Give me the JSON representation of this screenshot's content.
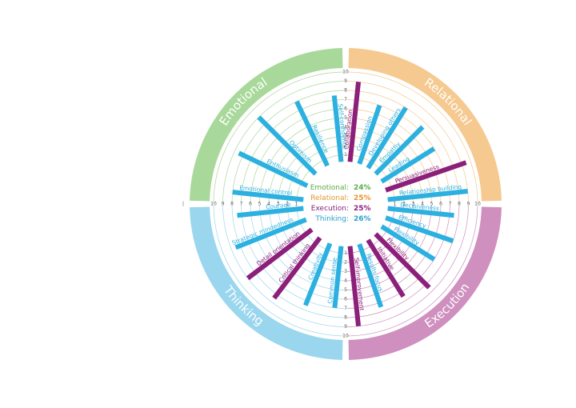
{
  "chart_data": {
    "type": "radial-bar",
    "quadrants": [
      {
        "name": "Emotional",
        "color": "#a8d89a",
        "bar_color": "#2bb0e0"
      },
      {
        "name": "Relational",
        "color": "#f5c98f",
        "bar_color": "#2bb0e0"
      },
      {
        "name": "Execution",
        "color": "#cf8fbf",
        "bar_color": "#2bb0e0"
      },
      {
        "name": "Thinking",
        "color": "#9ad6ee",
        "bar_color": "#2bb0e0"
      }
    ],
    "summary": [
      {
        "label": "Emotional:",
        "value": "24%",
        "color": "#5aac44"
      },
      {
        "label": "Relational:",
        "value": "25%",
        "color": "#e5962e"
      },
      {
        "label": "Execution:",
        "value": "25%",
        "color": "#8b1f7a"
      },
      {
        "label": "Thinking:",
        "value": "26%",
        "color": "#2a9fcc"
      }
    ],
    "scale_ticks": [
      "1",
      "2",
      "3",
      "4",
      "5",
      "6",
      "7",
      "8",
      "9",
      "10"
    ],
    "axis_end_label": "|",
    "bars": [
      {
        "label": "Collaboration",
        "value": 9,
        "color": "#8b1f7a"
      },
      {
        "label": "Compassion",
        "value": 7,
        "color": "#2bb0e0"
      },
      {
        "label": "Developing others",
        "value": 8,
        "color": "#2bb0e0"
      },
      {
        "label": "Empathy",
        "value": 7.5,
        "color": "#2bb0e0"
      },
      {
        "label": "Leading",
        "value": 7,
        "color": "#2bb0e0"
      },
      {
        "label": "Persuasiveness",
        "value": 9.5,
        "color": "#8b1f7a"
      },
      {
        "label": "Relationship building",
        "value": 9,
        "color": "#2bb0e0"
      },
      {
        "label": "Decisiveness",
        "value": 7.5,
        "color": "#2bb0e0"
      },
      {
        "label": "Efficiency",
        "value": 8,
        "color": "#2bb0e0"
      },
      {
        "label": "Flexibility",
        "value": 7,
        "color": "#2bb0e0"
      },
      {
        "label": "Flexibility",
        "value": 8.5,
        "color": "#8b1f7a"
      },
      {
        "label": "Initiative",
        "value": 7.5,
        "color": "#8b1f7a"
      },
      {
        "label": "Results focus",
        "value": 7.5,
        "color": "#2bb0e0"
      },
      {
        "label": "Self-improvement",
        "value": 9,
        "color": "#8b1f7a"
      },
      {
        "label": "Common sense",
        "value": 7,
        "color": "#2bb0e0"
      },
      {
        "label": "Creativity",
        "value": 7.5,
        "color": "#2bb0e0"
      },
      {
        "label": "Critical thinking",
        "value": 8.5,
        "color": "#8b1f7a"
      },
      {
        "label": "Detail orientation",
        "value": 9,
        "color": "#8b1f7a"
      },
      {
        "label": "Strategic mindedness",
        "value": 8.5,
        "color": "#2bb0e0"
      },
      {
        "label": "Courage",
        "value": 7.5,
        "color": "#2bb0e0"
      },
      {
        "label": "Emotional control",
        "value": 8,
        "color": "#2bb0e0"
      },
      {
        "label": "Enthusiasm",
        "value": 8.5,
        "color": "#2bb0e0"
      },
      {
        "label": "Optimism",
        "value": 9,
        "color": "#2bb0e0"
      },
      {
        "label": "Resilience",
        "value": 8,
        "color": "#2bb0e0"
      },
      {
        "label": "Self-confidence",
        "value": 7.5,
        "color": "#2bb0e0"
      }
    ]
  }
}
